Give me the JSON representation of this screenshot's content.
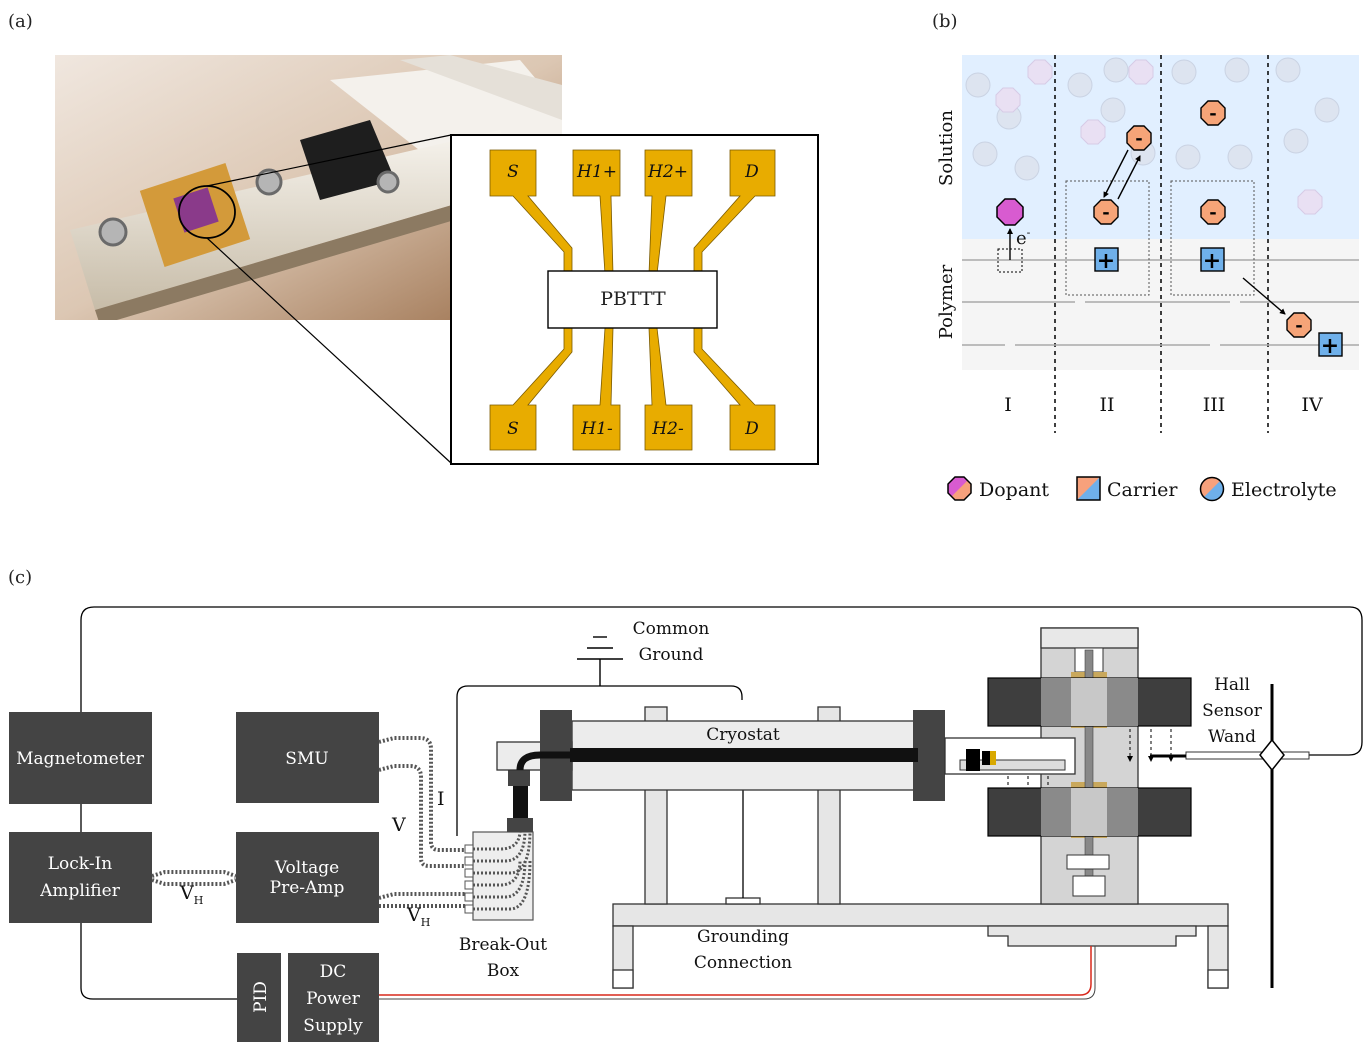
{
  "panels": {
    "a": "(a)",
    "b": "(b)",
    "c": "(c)"
  },
  "colors": {
    "gold": "#e8ac00",
    "box_dark": "#444444",
    "solution_bg": "#e1efff",
    "polymer_bg": "#f5f5f5",
    "electrolyte_orange": "#f6a478",
    "carrier_blue": "#6fb0ea",
    "dopant_magenta": "#d85bd0",
    "cable_red": "#d8281c"
  },
  "panel_a": {
    "photo_icon": "sample-holder-photo",
    "chip_label": "PBTTT",
    "pads_top": [
      "S",
      "H1+",
      "H2+",
      "D"
    ],
    "pads_bottom": [
      "S",
      "H1-",
      "H2-",
      "D"
    ]
  },
  "panel_b": {
    "region_labels": {
      "solution": "Solution",
      "polymer": "Polymer"
    },
    "columns": [
      "I",
      "II",
      "III",
      "IV"
    ],
    "electron_label": "e",
    "electron_sup": "-",
    "minus_sign": "-",
    "plus_sign": "+",
    "legend": [
      {
        "label": "Dopant",
        "icon": "dopant-icon"
      },
      {
        "label": "Carrier",
        "icon": "carrier-icon"
      },
      {
        "label": "Electrolyte",
        "icon": "electrolyte-icon"
      }
    ]
  },
  "panel_c": {
    "common_ground": [
      "Common",
      "Ground"
    ],
    "boxes": {
      "magnetometer": [
        "Magnetometer"
      ],
      "smu": [
        "SMU"
      ],
      "lockin": [
        "Lock-In",
        "Amplifier"
      ],
      "preamp": [
        "Voltage",
        "Pre-Amp"
      ],
      "pid": "PID",
      "dc": [
        "DC",
        "Power",
        "Supply"
      ]
    },
    "cryostat": "Cryostat",
    "hall_wand": [
      "Hall",
      "Sensor",
      "Wand"
    ],
    "breakout": [
      "Break-Out",
      "Box"
    ],
    "grounding": [
      "Grounding",
      "Connection"
    ],
    "signal_labels": {
      "I": "I",
      "V": "V",
      "VH": "V",
      "VH_sub": "H"
    }
  }
}
